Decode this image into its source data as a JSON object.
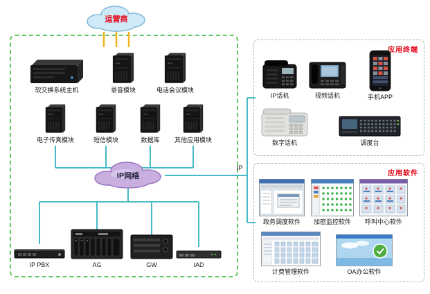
{
  "diagram": {
    "carrier_cloud": "运营商",
    "ip_cloud": "IP网络",
    "ip_link_label": "IP",
    "core": {
      "row1": [
        {
          "label": "软交换系统主机"
        },
        {
          "label": "录音模块"
        },
        {
          "label": "电话会议模块"
        }
      ],
      "row2": [
        {
          "label": "电子传真模块"
        },
        {
          "label": "短信模块"
        },
        {
          "label": "数据库"
        },
        {
          "label": "其他应用模块"
        }
      ],
      "gateways": [
        {
          "label": "IP PBX"
        },
        {
          "label": "AG"
        },
        {
          "label": "GW"
        },
        {
          "label": "IAD"
        }
      ]
    },
    "terminals": {
      "title": "应用终端",
      "items": [
        {
          "label": "IP话机"
        },
        {
          "label": "视频话机"
        },
        {
          "label": "手机APP"
        },
        {
          "label": "数字话机"
        },
        {
          "label": "调度台"
        }
      ]
    },
    "software": {
      "title": "应用软件",
      "items": [
        {
          "label": "政务调度软件"
        },
        {
          "label": "加密监控软件"
        },
        {
          "label": "呼叫中心软件"
        },
        {
          "label": "计费管理软件"
        },
        {
          "label": "OA办公软件"
        }
      ]
    },
    "colors": {
      "line_teal": "#45b9c6",
      "line_yellow": "#f0b41e",
      "core_box_green": "#62c462",
      "right_box_gray": "#a4b8a4",
      "accent_red": "#e60012",
      "cloud_blue": "#cfe9f7",
      "cloud_purple": "#c9aee0"
    }
  }
}
